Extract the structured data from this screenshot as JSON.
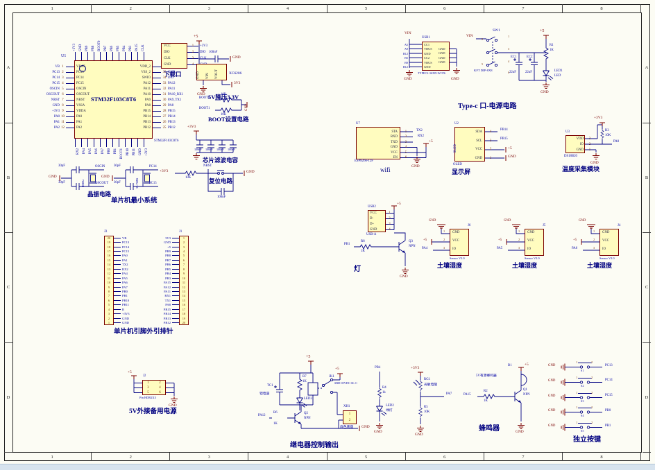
{
  "frame": {
    "columns": [
      "1",
      "2",
      "3",
      "4",
      "5",
      "6",
      "7",
      "8"
    ],
    "rows": [
      "A",
      "B",
      "C",
      "D"
    ]
  },
  "colors": {
    "sheet": "#FCFCF4",
    "component_fill": "#FFFCBF",
    "component_border": "#7A0000",
    "wire": "#000082",
    "net_label": "#0000A6",
    "pin_number": "#7A3000",
    "power": "#7A0000",
    "title": "#000080"
  },
  "mcu": {
    "refdes": "U1",
    "part": "STM32F103C8T6",
    "part_label": "STM32F103C8T6",
    "title": "单片机最小系统",
    "left_pins": [
      {
        "name": "VBAT",
        "num": "1",
        "net": "VB"
      },
      {
        "name": "PC13",
        "num": "2",
        "net": "PC13"
      },
      {
        "name": "PC14",
        "num": "3",
        "net": "PC14"
      },
      {
        "name": "PC15",
        "num": "4",
        "net": "PC15"
      },
      {
        "name": "OSCIN",
        "num": "5",
        "net": "OSCIN"
      },
      {
        "name": "OSCOUT",
        "num": "6",
        "net": "OSCOUT"
      },
      {
        "name": "NRST",
        "num": "7",
        "net": "NRST"
      },
      {
        "name": "VSSA",
        "num": "8",
        "net": "GND"
      },
      {
        "name": "VDDA",
        "num": "9",
        "net": "+3V3"
      },
      {
        "name": "PA0",
        "num": "10",
        "net": "PA0"
      },
      {
        "name": "PA1",
        "num": "11",
        "net": "PA1"
      },
      {
        "name": "PA2",
        "num": "12",
        "net": "PA2"
      }
    ],
    "right_pins": [
      {
        "name": "VDD_2",
        "num": "36",
        "net": "+3V3"
      },
      {
        "name": "VSS_2",
        "num": "35",
        "net": "GND"
      },
      {
        "name": "SWIO",
        "num": "34",
        "net": "DIO"
      },
      {
        "name": "PA12",
        "num": "33",
        "net": "PA12"
      },
      {
        "name": "PA11",
        "num": "32",
        "net": "PA11"
      },
      {
        "name": "PA10",
        "num": "31",
        "net": "PA10_RX1"
      },
      {
        "name": "PA9",
        "num": "30",
        "net": "PA9_TX1"
      },
      {
        "name": "PA8",
        "num": "29",
        "net": "PA8"
      },
      {
        "name": "PB15",
        "num": "28",
        "net": "PB15"
      },
      {
        "name": "PB14",
        "num": "27",
        "net": "PB14"
      },
      {
        "name": "PB13",
        "num": "26",
        "net": "PB13"
      },
      {
        "name": "PB12",
        "num": "25",
        "net": "PB12"
      }
    ],
    "top_pins": [
      {
        "name": "VDD_1",
        "num": "48",
        "net": "+3V3"
      },
      {
        "name": "VSS_1",
        "num": "47",
        "net": "GND"
      },
      {
        "name": "PB9",
        "num": "46",
        "net": "PB9"
      },
      {
        "name": "PB8",
        "num": "45",
        "net": "PB8"
      },
      {
        "name": "BOOT0",
        "num": "44",
        "net": "BOOT0"
      },
      {
        "name": "PB7",
        "num": "43",
        "net": "PB7"
      },
      {
        "name": "PB6",
        "num": "42",
        "net": "PB6"
      },
      {
        "name": "PB5",
        "num": "41",
        "net": "PB5"
      },
      {
        "name": "PB4",
        "num": "40",
        "net": "PB4"
      },
      {
        "name": "PB3",
        "num": "39",
        "net": "PB3"
      },
      {
        "name": "PA15",
        "num": "38",
        "net": "PA15"
      },
      {
        "name": "SWCLK",
        "num": "37",
        "net": "CLK"
      }
    ],
    "bottom_pins": [
      {
        "name": "PA3",
        "num": "13",
        "net": "RX2"
      },
      {
        "name": "PA4",
        "num": "14",
        "net": "PA4"
      },
      {
        "name": "PA5",
        "num": "15",
        "net": "PA5"
      },
      {
        "name": "PA6",
        "num": "16",
        "net": "PA6"
      },
      {
        "name": "PA7",
        "num": "17",
        "net": "PA7"
      },
      {
        "name": "PB0",
        "num": "18",
        "net": "PB0"
      },
      {
        "name": "PB1",
        "num": "19",
        "net": "PB1"
      },
      {
        "name": "PB2",
        "num": "20",
        "net": "BOOT1"
      },
      {
        "name": "PB10",
        "num": "21",
        "net": "PB10"
      },
      {
        "name": "PB11",
        "num": "22",
        "net": "PB11"
      },
      {
        "name": "VSS_1",
        "num": "23",
        "net": "GND"
      },
      {
        "name": "VDD_1",
        "num": "24",
        "net": "+3V3"
      }
    ]
  },
  "download": {
    "title": "下载口",
    "pins": [
      {
        "name": "VCC",
        "num": "1",
        "net": "+3V3"
      },
      {
        "name": "DIO",
        "num": "2",
        "net": "DIO"
      },
      {
        "name": "CLK",
        "num": "3",
        "net": "CLK"
      },
      {
        "name": "GND",
        "num": "4",
        "net": "GND"
      }
    ]
  },
  "ldo": {
    "part": "XC6206",
    "title": "5V降压3.3V",
    "pin_gnd": "GND",
    "pin_vin": "VIN",
    "pin_vout": "VOUT",
    "pwr": "+5",
    "cap": "100nF",
    "gnd_top": "GND",
    "gnd_bottom": "GND",
    "out": "3V3"
  },
  "boot": {
    "title": "BOOT设置电路",
    "net0": "BOOT0",
    "net1": "BOOT1",
    "r0": "10K",
    "r1": "10K",
    "gnd": "GND"
  },
  "filter": {
    "title": "芯片滤波电容",
    "pwr": "+3V3",
    "caps": [
      "100nF",
      "100nF",
      "100nF",
      "100nF"
    ]
  },
  "reset": {
    "title": "复位电路",
    "pwr": "+3V3",
    "res": "10K",
    "net": "NRST",
    "cap": "100nF",
    "gnd": "GND"
  },
  "xtal": {
    "title": "晶振电路",
    "sys_title": "单片机最小系统",
    "main": {
      "c1": "30pF",
      "c2": "30pF",
      "freq": "8MHz",
      "gnd": "GND",
      "net1": "OSCIN",
      "net2": "OSCOUT"
    },
    "rtc": {
      "c1": "30pF",
      "c2": "30pF",
      "freq": "32.768K",
      "gnd": "GND",
      "net1": "PC14",
      "net2": "PC15"
    }
  },
  "typec": {
    "title": "Type-c 口-电源电路",
    "vin": "VIN",
    "usb": {
      "refdes": "USB1",
      "part": "TYPEC2-3SXD-WCP6",
      "gnd_left": "GND",
      "gnd_right": "GND",
      "pins_left": [
        "A5",
        "A9",
        "B12",
        "B5",
        "B9",
        "B12"
      ],
      "names_left": [
        "CC1",
        "VBUS",
        "GND",
        "CC2",
        "VBUS",
        "GND"
      ],
      "names_right": [
        "GND",
        "GND",
        "GND",
        "GND"
      ]
    },
    "sw": {
      "refdes": "SW1",
      "part": "KFT DIP-8X8",
      "vin": "VIN",
      "pins": [
        "1",
        "2",
        "3",
        "4",
        "5",
        "6"
      ]
    },
    "ec1": {
      "refdes": "EC1",
      "value": "22uF"
    },
    "ec2": {
      "refdes": "EC2",
      "value": "22uF"
    },
    "r1": {
      "refdes": "R1",
      "value": "1K"
    },
    "led": {
      "refdes": "LED1",
      "name": "LED"
    },
    "pwr": "+5",
    "gnd": "GND"
  },
  "wifi": {
    "refdes": "U7",
    "part": "ESP8266-12F",
    "title": "wifi",
    "pwr": "+5",
    "gnd": "GND",
    "net_tx": "TX2",
    "net_rx": "RX2",
    "pins": [
      {
        "name": "STA",
        "num": "1"
      },
      {
        "name": "RXD",
        "num": "2"
      },
      {
        "name": "TXD",
        "num": "3"
      },
      {
        "name": "GND",
        "num": "4"
      },
      {
        "name": "VCC",
        "num": "5"
      },
      {
        "name": "EN",
        "num": "6"
      }
    ]
  },
  "oled": {
    "refdes": "U2",
    "part": "OLED",
    "body": "OLED",
    "title": "显示屏",
    "pwr": "+5",
    "gnd": "GND",
    "pins": [
      {
        "name": "SDA",
        "num": "4",
        "net": "PB14"
      },
      {
        "name": "SCL",
        "num": "3",
        "net": "PB15"
      },
      {
        "name": "VCC",
        "num": "2",
        "net": "+5"
      },
      {
        "name": "GND",
        "num": "1",
        "net": "GND"
      }
    ]
  },
  "temp": {
    "refdes": "U3",
    "part": "DS18B20",
    "title": "温度采集模块",
    "net": "PA8",
    "pwr": "+3V3",
    "gnd": "GND",
    "res": {
      "refdes": "R3",
      "value": "10K"
    },
    "pins": [
      {
        "name": "VDD",
        "num": "3"
      },
      {
        "name": "IO",
        "num": "2"
      },
      {
        "name": "GND",
        "num": "1"
      }
    ]
  },
  "headers": {
    "title": "单片机引脚外引排针",
    "j3": {
      "refdes": "J3",
      "pins": [
        {
          "num": "20",
          "net": "VB"
        },
        {
          "num": "19",
          "net": "PC13"
        },
        {
          "num": "18",
          "net": "PC14"
        },
        {
          "num": "17",
          "net": "PC15"
        },
        {
          "num": "16",
          "net": "PA0"
        },
        {
          "num": "15",
          "net": "PA1"
        },
        {
          "num": "14",
          "net": "TX2"
        },
        {
          "num": "13",
          "net": "RX2"
        },
        {
          "num": "12",
          "net": "PA4"
        },
        {
          "num": "11",
          "net": "PA5"
        },
        {
          "num": "10",
          "net": "PA6"
        },
        {
          "num": "9",
          "net": "PA7"
        },
        {
          "num": "8",
          "net": "PB0"
        },
        {
          "num": "7",
          "net": "PB1"
        },
        {
          "num": "6",
          "net": "PB10"
        },
        {
          "num": "5",
          "net": "PB11"
        },
        {
          "num": "4",
          "net": "R"
        },
        {
          "num": "3",
          "net": "+3V3"
        },
        {
          "num": "2",
          "net": "GND"
        },
        {
          "num": "1",
          "net": "GND"
        }
      ]
    },
    "j1": {
      "refdes": "J1",
      "pins": [
        {
          "num": "1",
          "net": "3V3"
        },
        {
          "num": "2",
          "net": "GND"
        },
        {
          "num": "3",
          "net": "+5"
        },
        {
          "num": "4",
          "net": "PB9"
        },
        {
          "num": "5",
          "net": "PB8"
        },
        {
          "num": "6",
          "net": "PB7"
        },
        {
          "num": "7",
          "net": "PB6"
        },
        {
          "num": "8",
          "net": "PB5"
        },
        {
          "num": "9",
          "net": "PB4"
        },
        {
          "num": "10",
          "net": "PB3"
        },
        {
          "num": "11",
          "net": "PA15"
        },
        {
          "num": "12",
          "net": "PA12"
        },
        {
          "num": "13",
          "net": "PA11"
        },
        {
          "num": "14",
          "net": "RX1"
        },
        {
          "num": "15",
          "net": "TX1"
        },
        {
          "num": "16",
          "net": "PA8"
        },
        {
          "num": "17",
          "net": "PB15"
        },
        {
          "num": "18",
          "net": "PB14"
        },
        {
          "num": "19",
          "net": "PB13"
        },
        {
          "num": "20",
          "net": "PB12"
        }
      ]
    }
  },
  "lamp": {
    "title": "灯",
    "net": "PB1",
    "pwr": "+5",
    "gnd": "GND",
    "usb": {
      "refdes": "USB2",
      "part": "USB-A",
      "pins": [
        {
          "name": "VCC",
          "num": "1"
        },
        {
          "name": "D-",
          "num": "2"
        },
        {
          "name": "D+",
          "num": "3"
        },
        {
          "name": "GND",
          "num": "4"
        }
      ]
    },
    "q": {
      "refdes": "Q3",
      "type": "NPN"
    },
    "res": {
      "refdes": "R8",
      "value": "1K"
    }
  },
  "soil": [
    {
      "refdes": "J6",
      "part": "Sensor V2.0",
      "title": "土壤湿度",
      "gnd": "GND",
      "pwr": "+5",
      "net": "PA4",
      "p1": "1",
      "p2": "2",
      "p3": "3",
      "pin1": "GND",
      "pin2": "VCC",
      "pin3": "IO"
    },
    {
      "refdes": "J5",
      "part": "Sensor V2.0",
      "title": "土壤湿度",
      "gnd": "GND",
      "pwr": "+5",
      "net": "PA5",
      "p1": "1",
      "p2": "2",
      "p3": "3",
      "pin1": "GND",
      "pin2": "VCC",
      "pin3": "IO"
    },
    {
      "refdes": "J4",
      "part": "Sensor V2.0",
      "title": "土壤湿度",
      "gnd": "GND",
      "pwr": "+5",
      "net": "PA6",
      "p1": "1",
      "p2": "2",
      "p3": "3",
      "pin1": "GND",
      "pin2": "VCC",
      "pin3": "IO"
    }
  ],
  "backup": {
    "refdes": "J2",
    "part": "Pin HDR2X3",
    "title": "5V外接备用电源",
    "pwr": "+5",
    "gnd": "GND",
    "rows": [
      {
        "l": "1",
        "r": "2"
      },
      {
        "l": "3",
        "r": "4"
      },
      {
        "l": "5",
        "r": "6"
      }
    ]
  },
  "relay": {
    "title": "继电器控制输出",
    "net": "PA12",
    "pwr": "+5",
    "pwr2": "+5",
    "gnd": "GND",
    "tc": {
      "refdes": "TC1",
      "label": "钽电容"
    },
    "r7": {
      "refdes": "R7",
      "value": "1K"
    },
    "led3": {
      "refdes": "LED3"
    },
    "jk": {
      "refdes": "JK1",
      "part": "SRD-05VDC-SL-C"
    },
    "q": {
      "refdes": "Q2",
      "type": "NPN"
    },
    "r6": {
      "refdes": "R6",
      "value": "1K"
    },
    "xh": {
      "refdes": "XH1",
      "label": "白色底座",
      "pins": [
        "1",
        "2"
      ]
    }
  },
  "led2": {
    "net": "PB4",
    "gnd": "GND",
    "res": {
      "refdes": "R4",
      "value": "1k"
    },
    "led": {
      "refdes": "LED2",
      "label": "绿灯"
    }
  },
  "ldr": {
    "pwr": "+3V3",
    "net": "PA7",
    "gnd": "GND",
    "res_top": {
      "refdes": "RG1",
      "label": "光敏电阻"
    },
    "res_bot": {
      "refdes": "R5",
      "value": "10K"
    }
  },
  "buzzer": {
    "title": "蜂鸣器",
    "net": "PA15",
    "pwr": "+5",
    "gnd": "GND",
    "part": {
      "refdes": "B1",
      "label": "5V有源蜂鸣器"
    },
    "q": {
      "refdes": "Q1",
      "type": "NPN"
    },
    "res": {
      "refdes": "R2",
      "value": "1K"
    }
  },
  "keys": {
    "title": "独立按键",
    "items": [
      {
        "refdes": "S1",
        "net": "PC13",
        "gnd": "GND",
        "p1": "1",
        "p2": "2"
      },
      {
        "refdes": "S2",
        "net": "PC14",
        "gnd": "GND",
        "p1": "1",
        "p2": "2"
      },
      {
        "refdes": "S3",
        "net": "PC15",
        "gnd": "GND",
        "p1": "1",
        "p2": "2"
      },
      {
        "refdes": "S4",
        "net": "PB0",
        "gnd": "GND",
        "p1": "1",
        "p2": "2"
      },
      {
        "refdes": "S5",
        "net": "PB1",
        "gnd": "GND",
        "p1": "1",
        "p2": "2"
      }
    ]
  }
}
